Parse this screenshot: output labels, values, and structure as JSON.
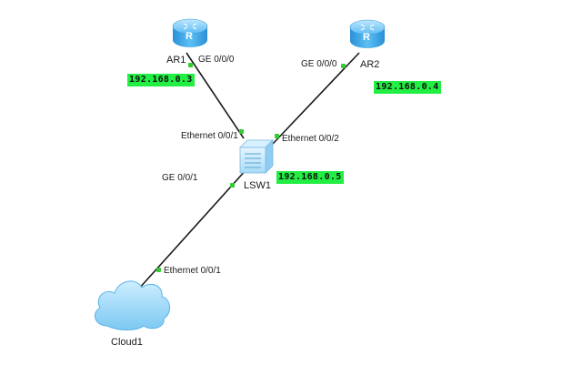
{
  "devices": {
    "ar1": {
      "label": "AR1",
      "icon": "router-icon",
      "badge": "R"
    },
    "ar2": {
      "label": "AR2",
      "icon": "router-icon",
      "badge": "R"
    },
    "lsw1": {
      "label": "LSW1",
      "icon": "switch-icon"
    },
    "cloud1": {
      "label": "Cloud1",
      "icon": "cloud-icon"
    }
  },
  "interfaces": {
    "ar1_port": "GE 0/0/0",
    "ar2_port": "GE 0/0/0",
    "lsw1_to_ar1": "Ethernet 0/0/1",
    "lsw1_to_ar2": "Ethernet 0/0/2",
    "lsw1_to_cloud": "GE 0/0/1",
    "cloud_port": "Ethernet 0/0/1"
  },
  "ip_tags": {
    "ar1": "192.168.0.3",
    "ar2": "192.168.0.4",
    "lsw1": "192.168.0.5"
  },
  "colors": {
    "ip_tag_background": "#22ee44",
    "port_indicator": "#33cc33",
    "link": "#1a1a1a",
    "router_blue": "#3aa6e6",
    "cloud_blue": "#8fd0f5"
  }
}
